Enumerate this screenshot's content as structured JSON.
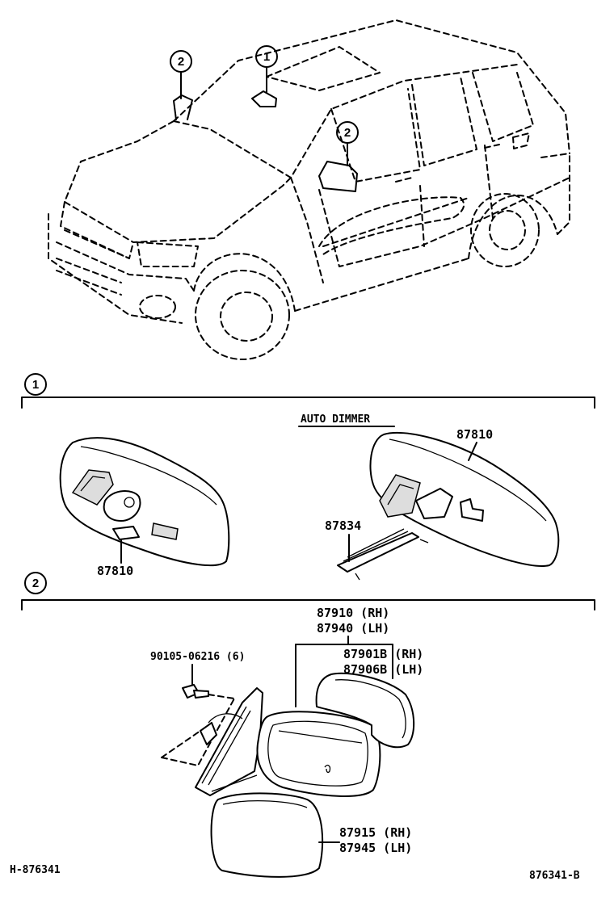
{
  "callouts": {
    "one": "1",
    "two": "2"
  },
  "section1": {
    "number": "1",
    "mirror_left_part": "87810",
    "auto_dimmer_title": "AUTO DIMMER",
    "mirror_right_part": "87810",
    "cover_part": "87834"
  },
  "section2": {
    "number": "2",
    "outer_mirror_rh": "87910 (RH)",
    "outer_mirror_lh": "87940 (LH)",
    "screw": "90105-06216 (6)",
    "glass_rh": "87901B (RH)",
    "glass_lh": "87906B (LH)",
    "housing_cover_rh": "87915 (RH)",
    "housing_cover_lh": "87945 (LH)"
  },
  "footer": {
    "left_code": "H-876341",
    "right_code": "876341-B"
  }
}
